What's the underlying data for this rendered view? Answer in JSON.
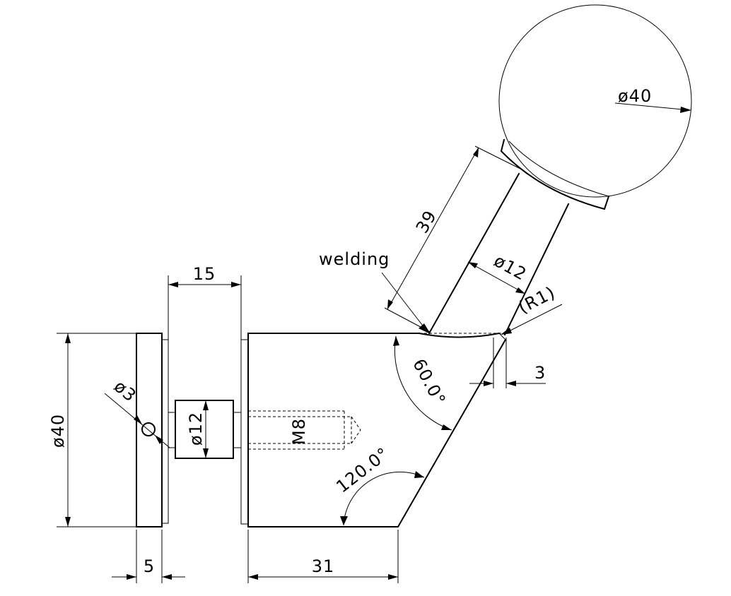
{
  "labels": {
    "welding": "welding",
    "len_39": "39",
    "dia_ball": "ø40",
    "dia_tube": "ø12",
    "radius": "(R1)",
    "gap_3": "3",
    "angle_60": "60.0°",
    "angle_120": "120.0°",
    "dia_pin": "ø3",
    "dia_disc": "ø40",
    "dia_spacer": "ø12",
    "thread": "M8",
    "len_15": "15",
    "thick_5": "5",
    "len_31": "31"
  },
  "colors": {
    "line": "#000000",
    "background": "#ffffff"
  }
}
